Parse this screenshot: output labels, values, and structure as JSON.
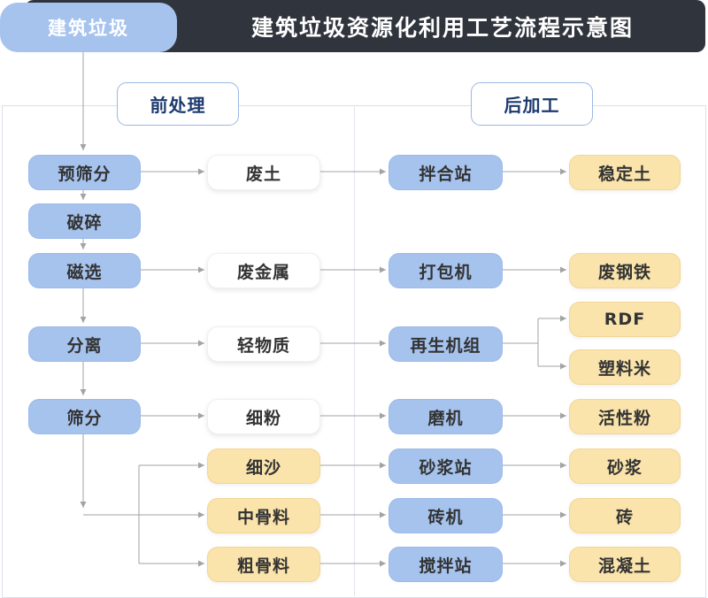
{
  "header": {
    "badge": "建筑垃圾",
    "title": "建筑垃圾资源化利用工艺流程示意图"
  },
  "sections": {
    "pre": "前处理",
    "post": "后加工"
  },
  "flow": {
    "process_steps": {
      "pre_screening": "预筛分",
      "crushing": "破碎",
      "magnetic_separation": "磁选",
      "separation": "分离",
      "screening": "筛分"
    },
    "intermediates": {
      "waste_soil": "废土",
      "waste_metal": "废金属",
      "light_material": "轻物质",
      "fine_powder": "细粉",
      "fine_sand": "细沙",
      "medium_aggregate": "中骨料",
      "coarse_aggregate": "粗骨料"
    },
    "machines": {
      "mixing_station": "拌合站",
      "baler": "打包机",
      "regeneration_unit": "再生机组",
      "mill": "磨机",
      "mortar_station": "砂浆站",
      "brick_machine": "砖机",
      "agitation_station": "搅拌站"
    },
    "products": {
      "stabilized_soil": "稳定土",
      "scrap_steel": "废钢铁",
      "rdf": "RDF",
      "plastic_pellets": "塑料米",
      "active_powder": "活性粉",
      "mortar": "砂浆",
      "brick": "砖",
      "concrete": "混凝土"
    }
  },
  "colors": {
    "header_bg": "#30353d",
    "primary_blue": "#a6c3ee",
    "product_yellow": "#fae4ab",
    "white_node": "#ffffff",
    "section_label_text": "#1c3a6e",
    "section_label_border": "#9ab7e4",
    "connector_gray": "#a3a3a3",
    "frame_border": "#dcdfea",
    "title_text": "#ffffff"
  }
}
